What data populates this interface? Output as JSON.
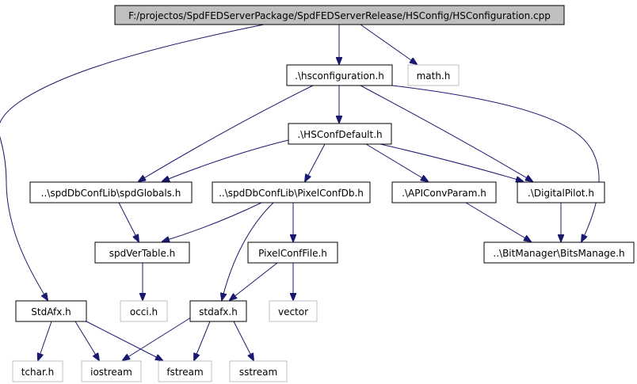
{
  "graph": {
    "nodes": [
      {
        "id": "hsconfiguration_cpp",
        "label": "F:/projectos/SpdFEDServerPackage/SpdFEDServerRelease/HSConfig/HSConfiguration.cpp",
        "kind": "main"
      },
      {
        "id": "hsconfiguration_h",
        "label": ".\\hsconfiguration.h",
        "kind": "local"
      },
      {
        "id": "math_h",
        "label": "math.h",
        "kind": "system"
      },
      {
        "id": "hsconfdefault_h",
        "label": ".\\HSConfDefault.h",
        "kind": "local"
      },
      {
        "id": "spdglobals_h",
        "label": "..\\spdDbConfLib\\spdGlobals.h",
        "kind": "local"
      },
      {
        "id": "pixelconfdb_h",
        "label": "..\\spdDbConfLib\\PixelConfDb.h",
        "kind": "local"
      },
      {
        "id": "apiconvparam_h",
        "label": ".\\APIConvParam.h",
        "kind": "local"
      },
      {
        "id": "digitalpilot_h",
        "label": ".\\DigitalPilot.h",
        "kind": "local"
      },
      {
        "id": "spdvertable_h",
        "label": "spdVerTable.h",
        "kind": "local"
      },
      {
        "id": "pixelconffile_h",
        "label": "PixelConfFile.h",
        "kind": "local"
      },
      {
        "id": "bitsmanage_h",
        "label": "..\\BitManager\\BitsManage.h",
        "kind": "local"
      },
      {
        "id": "stdafx_upper_h",
        "label": "StdAfx.h",
        "kind": "local"
      },
      {
        "id": "stdafx_lower_h",
        "label": "stdafx.h",
        "kind": "local"
      },
      {
        "id": "occi_h",
        "label": "occi.h",
        "kind": "system"
      },
      {
        "id": "vector",
        "label": "vector",
        "kind": "system"
      },
      {
        "id": "tchar_h",
        "label": "tchar.h",
        "kind": "system"
      },
      {
        "id": "iostream",
        "label": "iostream",
        "kind": "system"
      },
      {
        "id": "fstream",
        "label": "fstream",
        "kind": "system"
      },
      {
        "id": "sstream",
        "label": "sstream",
        "kind": "system"
      }
    ],
    "edges": [
      {
        "from": "hsconfiguration_cpp",
        "to": "hsconfiguration_h"
      },
      {
        "from": "hsconfiguration_cpp",
        "to": "math_h"
      },
      {
        "from": "hsconfiguration_cpp",
        "to": "stdafx_upper_h"
      },
      {
        "from": "hsconfiguration_h",
        "to": "hsconfdefault_h"
      },
      {
        "from": "hsconfiguration_h",
        "to": "spdglobals_h"
      },
      {
        "from": "hsconfiguration_h",
        "to": "digitalpilot_h"
      },
      {
        "from": "hsconfiguration_h",
        "to": "bitsmanage_h"
      },
      {
        "from": "hsconfdefault_h",
        "to": "spdglobals_h"
      },
      {
        "from": "hsconfdefault_h",
        "to": "pixelconfdb_h"
      },
      {
        "from": "hsconfdefault_h",
        "to": "apiconvparam_h"
      },
      {
        "from": "hsconfdefault_h",
        "to": "digitalpilot_h"
      },
      {
        "from": "spdglobals_h",
        "to": "spdvertable_h"
      },
      {
        "from": "pixelconfdb_h",
        "to": "spdvertable_h"
      },
      {
        "from": "pixelconfdb_h",
        "to": "pixelconffile_h"
      },
      {
        "from": "pixelconfdb_h",
        "to": "stdafx_lower_h"
      },
      {
        "from": "apiconvparam_h",
        "to": "bitsmanage_h"
      },
      {
        "from": "digitalpilot_h",
        "to": "bitsmanage_h"
      },
      {
        "from": "spdvertable_h",
        "to": "occi_h"
      },
      {
        "from": "pixelconffile_h",
        "to": "stdafx_lower_h"
      },
      {
        "from": "pixelconffile_h",
        "to": "vector"
      },
      {
        "from": "stdafx_upper_h",
        "to": "tchar_h"
      },
      {
        "from": "stdafx_upper_h",
        "to": "iostream"
      },
      {
        "from": "stdafx_upper_h",
        "to": "fstream"
      },
      {
        "from": "stdafx_lower_h",
        "to": "iostream"
      },
      {
        "from": "stdafx_lower_h",
        "to": "fstream"
      },
      {
        "from": "stdafx_lower_h",
        "to": "sstream"
      }
    ]
  }
}
